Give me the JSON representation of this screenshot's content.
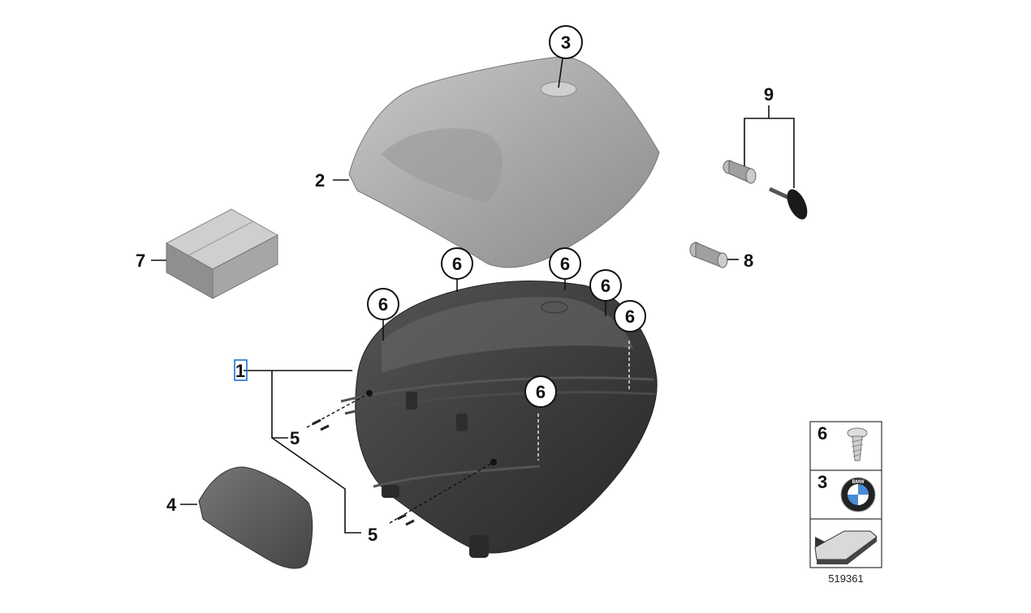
{
  "callouts": {
    "lid": "2",
    "emblem": "3",
    "box": "1",
    "backrest": "4",
    "screws_a": "5",
    "screws_b": "5",
    "lid_screw_1": "6",
    "lid_screw_2": "6",
    "lid_screw_3": "6",
    "lid_screw_4": "6",
    "lid_screw_5": "6",
    "lid_screw_6": "6",
    "bag": "7",
    "cylinder": "8",
    "lock_set": "9"
  },
  "legend": {
    "screw_number": "6",
    "emblem_number": "3",
    "screw_icon": "screw-icon",
    "emblem_icon": "bmw-roundel-icon",
    "emblem_text": "BMW",
    "arrow_icon": "direction-arrow-icon"
  },
  "reference_number": "519361",
  "colors": {
    "lid_grey": "#a9a9a9",
    "box_dark": "#3c3c3c",
    "highlight": "#1a6fd1"
  }
}
